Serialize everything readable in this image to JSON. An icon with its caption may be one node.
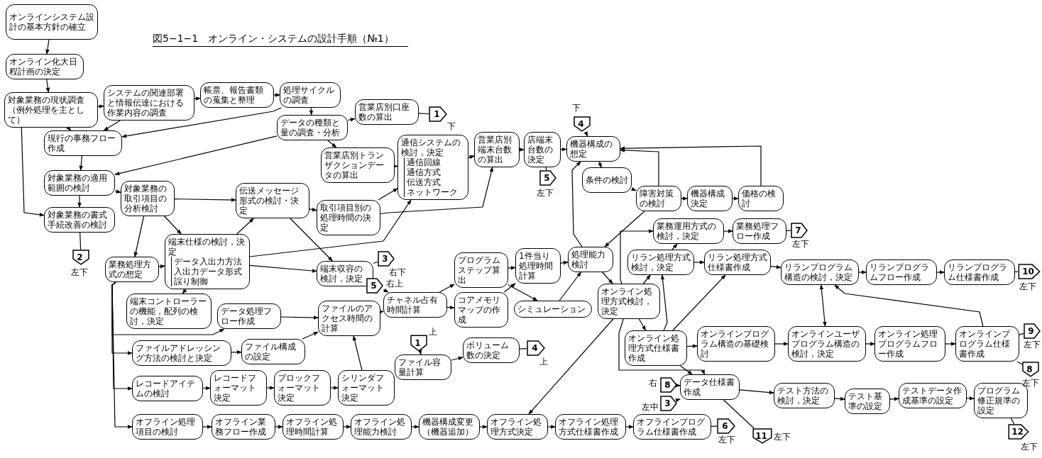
{
  "diagram": {
    "title": "図5−1−1　オンライン・システムの設計手順（№1）",
    "nodes": [
      {
        "text": [
          "オンラインシステム設計の基本方針の確立"
        ]
      },
      {
        "text": [
          "オンライン化大日程計画の決定"
        ]
      },
      {
        "text": [
          "対象業務の現状調査（例外処理を主として）"
        ]
      },
      {
        "text": [
          "システムの関連部署と情報伝達における作業内容の調査"
        ]
      },
      {
        "text": [
          "帳票、報告書類の蒐集と整理"
        ]
      },
      {
        "text": [
          "処理サイクルの調査"
        ]
      },
      {
        "text": [
          "データの種類と量の調査・分析"
        ]
      },
      {
        "text": [
          "営業店別口座数の算出"
        ]
      },
      {
        "text": [
          "1"
        ],
        "beside": [
          "下"
        ]
      },
      {
        "text": [
          "現行の事務フロー作成"
        ]
      },
      {
        "text": [
          "営業店別トランザクションデータの算出"
        ]
      },
      {
        "text": [
          "対象業務の適用範囲の検討"
        ]
      },
      {
        "text": [
          "対象業務の取引項目の分析検討"
        ]
      },
      {
        "text": [
          "対象業務の書式手続改善の検討"
        ]
      },
      {
        "text": [
          "2"
        ],
        "beside": [
          "左下"
        ]
      },
      {
        "text": [
          "伝送メッセージ形式の検討・決定"
        ]
      },
      {
        "text": [
          "取引項目別の処理時間の決定"
        ]
      },
      {
        "text": [
          "通信システムの検討，決定",
          "通信回線",
          "通信方式",
          "伝送方式",
          "ネットワーク"
        ]
      },
      {
        "text": [
          "営業店別端末台数の算出"
        ]
      },
      {
        "text": [
          "店端末台数の決定"
        ]
      },
      {
        "text": [
          "5"
        ],
        "beside": [
          "左下"
        ]
      },
      {
        "text": [
          "4"
        ],
        "beside": [
          "下"
        ]
      },
      {
        "text": [
          "機器構成の想定"
        ]
      },
      {
        "text": [
          "条件の検討"
        ]
      },
      {
        "text": [
          "障害対策の検討"
        ]
      },
      {
        "text": [
          "機器構成決定"
        ]
      },
      {
        "text": [
          "価格の検討"
        ]
      },
      {
        "text": [
          "業務運用方式の検討，決定"
        ]
      },
      {
        "text": [
          "業務処理フロー作成"
        ]
      },
      {
        "text": [
          "7"
        ],
        "beside": [
          "左下"
        ]
      },
      {
        "text": [
          "業務処理方式の想定"
        ]
      },
      {
        "text": [
          "端末仕様の検討，決定",
          "データ入出力方法",
          "入出力データ形式",
          "誤り制御"
        ]
      },
      {
        "text": [
          "端末コントローラーの機能，配列の検討，決定"
        ]
      },
      {
        "text": [
          "端末収容の検討，決定"
        ]
      },
      {
        "text": [
          "3"
        ],
        "beside": [
          "右下"
        ]
      },
      {
        "text": [
          "5"
        ],
        "beside": [
          "右上"
        ]
      },
      {
        "text": [
          "チャネル占有時間計算"
        ]
      },
      {
        "text": [
          "プログラムステップ算出"
        ]
      },
      {
        "text": [
          "コアメモリマップの作成"
        ]
      },
      {
        "text": [
          "1件当り処理時間計算"
        ]
      },
      {
        "text": [
          "シミュレーション"
        ]
      },
      {
        "text": [
          "処理能力検討"
        ]
      },
      {
        "text": [
          "オンライン処理方式検討，決定"
        ]
      },
      {
        "text": [
          "データ処理フロー作成"
        ]
      },
      {
        "text": [
          "ファイルのアクセス時間の計算"
        ]
      },
      {
        "text": [
          "ファイルアドレッシング方法の検討と決定"
        ]
      },
      {
        "text": [
          "ファイル構成の設定"
        ]
      },
      {
        "text": [
          "ファイル容量計算"
        ]
      },
      {
        "text": [
          "1"
        ],
        "beside": [
          "上"
        ]
      },
      {
        "text": [
          "ボリューム数の決定"
        ]
      },
      {
        "text": [
          "4"
        ],
        "beside": [
          "上"
        ]
      },
      {
        "text": [
          "レコードアイテムの検討"
        ]
      },
      {
        "text": [
          "レコードフォーマット決定"
        ]
      },
      {
        "text": [
          "ブロックフォーマット決定"
        ]
      },
      {
        "text": [
          "シリンダフォーマット決定"
        ]
      },
      {
        "text": [
          "オフライン処理項目の検討"
        ]
      },
      {
        "text": [
          "オフライン業務フロー作成"
        ]
      },
      {
        "text": [
          "オフライン処理時間計算"
        ]
      },
      {
        "text": [
          "オフライン処理能力検討"
        ]
      },
      {
        "text": [
          "機器構成変更（機器追加）"
        ]
      },
      {
        "text": [
          "オフライン処理方式決定"
        ]
      },
      {
        "text": [
          "オフライン処理方式仕様書作成"
        ]
      },
      {
        "text": [
          "オフラインプログラム仕様書作成"
        ]
      },
      {
        "text": [
          "6"
        ],
        "beside": [
          "左下"
        ]
      },
      {
        "text": [
          "リラン処理方式検討，決定"
        ]
      },
      {
        "text": [
          "リラン処理方式仕様書作成"
        ]
      },
      {
        "text": [
          "オンライン処理方式仕様書作成"
        ]
      },
      {
        "text": [
          "オンラインプログラム構造の基礎検討"
        ]
      },
      {
        "text": [
          "データ仕様書作成"
        ]
      },
      {
        "text": [
          "8"
        ],
        "beside": [
          "右"
        ]
      },
      {
        "text": [
          "3"
        ],
        "beside": [
          "左中"
        ]
      },
      {
        "text": [
          "11"
        ],
        "beside": [
          "左下"
        ]
      },
      {
        "text": [
          "テスト方法の検討，決定"
        ]
      },
      {
        "text": [
          "テスト基準の設定"
        ]
      },
      {
        "text": [
          "テストデータ作成基準の設定"
        ]
      },
      {
        "text": [
          "プログラム修正規準の設定"
        ]
      },
      {
        "text": [
          "12"
        ],
        "beside": [
          "左下"
        ]
      },
      {
        "text": [
          "リランプログラム構造の検討，決定"
        ]
      },
      {
        "text": [
          "リランプログラムフロー作成"
        ]
      },
      {
        "text": [
          "リランプログラム仕様書作成"
        ]
      },
      {
        "text": [
          "10"
        ],
        "beside": [
          "左下"
        ]
      },
      {
        "text": [
          "オンラインユーザプログラム構造の検討，決定"
        ]
      },
      {
        "text": [
          "オンライン処理プログラムフロー作成"
        ]
      },
      {
        "text": [
          "オンラインプログラム仕様書作成"
        ]
      },
      {
        "text": [
          "9"
        ],
        "beside": [
          "左下"
        ]
      },
      {
        "text": [
          "8"
        ],
        "beside": [
          "左下"
        ]
      }
    ],
    "edges": [
      {
        "from": 0,
        "to": 1,
        "arrow": "to"
      },
      {
        "from": 1,
        "to": 2,
        "arrow": "to"
      },
      {
        "from": 2,
        "to": 3,
        "arrow": "to"
      },
      {
        "from": 3,
        "to": 4,
        "arrow": "to"
      },
      {
        "from": 4,
        "to": 5,
        "arrow": "to"
      },
      {
        "from": 5,
        "to": 6,
        "arrow": "to"
      },
      {
        "from": 6,
        "to": 7,
        "arrow": "to"
      },
      {
        "from": 7,
        "to": 8,
        "arrow": "none"
      },
      {
        "from": 2,
        "to": 9,
        "arrow": "to"
      },
      {
        "from": 3,
        "to": 9,
        "arrow": "to"
      },
      {
        "from": 5,
        "to": 9,
        "arrow": "to"
      },
      {
        "from": 6,
        "to": 10,
        "arrow": "to"
      },
      {
        "from": 6,
        "to": 11,
        "arrow": "to"
      },
      {
        "from": 9,
        "to": 11,
        "arrow": "to"
      },
      {
        "from": 2,
        "to": 13,
        "arrow": "to"
      },
      {
        "from": 11,
        "to": 13,
        "arrow": "to"
      },
      {
        "from": 11,
        "to": 12,
        "arrow": "to"
      },
      {
        "from": 12,
        "to": 15,
        "arrow": "to"
      },
      {
        "from": 13,
        "to": 14,
        "arrow": "none"
      },
      {
        "from": 10,
        "to": 17,
        "arrow": "to"
      },
      {
        "from": 16,
        "to": 17,
        "arrow": "to"
      },
      {
        "from": 31,
        "to": 17,
        "arrow": "to"
      },
      {
        "from": 17,
        "to": 18,
        "arrow": "to"
      },
      {
        "from": 15,
        "to": 16,
        "arrow": "to"
      },
      {
        "from": 16,
        "to": 18,
        "arrow": "to"
      },
      {
        "from": 18,
        "to": 19,
        "arrow": "to"
      },
      {
        "from": 19,
        "to": 22,
        "arrow": "to"
      },
      {
        "from": 19,
        "to": 20,
        "arrow": "none"
      },
      {
        "from": 21,
        "to": 22,
        "arrow": "to"
      },
      {
        "from": 22,
        "to": 23,
        "arrow": "to"
      },
      {
        "from": 23,
        "to": 24,
        "arrow": "to"
      },
      {
        "from": 24,
        "to": 25,
        "arrow": "to"
      },
      {
        "from": 25,
        "to": 26,
        "arrow": "to"
      },
      {
        "from": 26,
        "to": 22,
        "arrow": "to"
      },
      {
        "from": 24,
        "to": 22,
        "arrow": "to"
      },
      {
        "from": 24,
        "to": 41,
        "arrow": "to"
      },
      {
        "from": 12,
        "to": 30,
        "arrow": "to"
      },
      {
        "from": 12,
        "to": 31,
        "arrow": "to"
      },
      {
        "from": 30,
        "to": 31,
        "arrow": "to"
      },
      {
        "from": 31,
        "to": 32,
        "arrow": "to"
      },
      {
        "from": 31,
        "to": 15,
        "arrow": "to"
      },
      {
        "from": 31,
        "to": 33,
        "arrow": "to"
      },
      {
        "from": 15,
        "to": 33,
        "arrow": "to"
      },
      {
        "from": 33,
        "to": 34,
        "arrow": "none"
      },
      {
        "from": 35,
        "to": 36,
        "arrow": "to"
      },
      {
        "from": 44,
        "to": 36,
        "arrow": "to"
      },
      {
        "from": 36,
        "to": 37,
        "arrow": "to"
      },
      {
        "from": 36,
        "to": 38,
        "arrow": "to"
      },
      {
        "from": 37,
        "to": 39,
        "arrow": "to"
      },
      {
        "from": 38,
        "to": 39,
        "arrow": "to"
      },
      {
        "from": 37,
        "to": 40,
        "arrow": "to"
      },
      {
        "from": 40,
        "to": 41,
        "arrow": "to"
      },
      {
        "from": 39,
        "to": 41,
        "arrow": "to"
      },
      {
        "from": 41,
        "to": 22,
        "arrow": "to"
      },
      {
        "from": 41,
        "to": 42,
        "arrow": "to"
      },
      {
        "from": 42,
        "to": 64,
        "arrow": "to"
      },
      {
        "from": 42,
        "to": 66,
        "arrow": "to"
      },
      {
        "from": 42,
        "to": 27,
        "arrow": "to"
      },
      {
        "from": 42,
        "to": 68,
        "arrow": "to"
      },
      {
        "from": 42,
        "to": 60,
        "arrow": "to"
      },
      {
        "from": 64,
        "to": 27,
        "arrow": "to"
      },
      {
        "from": 64,
        "to": 65,
        "arrow": "to"
      },
      {
        "from": 66,
        "to": 64,
        "arrow": "to"
      },
      {
        "from": 66,
        "to": 65,
        "arrow": "to"
      },
      {
        "from": 66,
        "to": 67,
        "arrow": "to"
      },
      {
        "from": 66,
        "to": 68,
        "arrow": "to"
      },
      {
        "from": 65,
        "to": 77,
        "arrow": "to"
      },
      {
        "from": 27,
        "to": 28,
        "arrow": "to"
      },
      {
        "from": 28,
        "to": 29,
        "arrow": "none"
      },
      {
        "from": 67,
        "to": 81,
        "arrow": "to"
      },
      {
        "from": 77,
        "to": 81,
        "arrow": "both"
      },
      {
        "from": 81,
        "to": 82,
        "arrow": "to"
      },
      {
        "from": 82,
        "to": 83,
        "arrow": "to"
      },
      {
        "from": 83,
        "to": 77,
        "arrow": "to"
      },
      {
        "from": 83,
        "to": 84,
        "arrow": "none"
      },
      {
        "from": 83,
        "to": 85,
        "arrow": "none"
      },
      {
        "from": 77,
        "to": 78,
        "arrow": "to"
      },
      {
        "from": 78,
        "to": 79,
        "arrow": "to"
      },
      {
        "from": 79,
        "to": 80,
        "arrow": "none"
      },
      {
        "from": 68,
        "to": 72,
        "arrow": "to"
      },
      {
        "from": 68,
        "to": 71,
        "arrow": "none"
      },
      {
        "from": 69,
        "to": 68,
        "arrow": "to"
      },
      {
        "from": 70,
        "to": 68,
        "arrow": "to"
      },
      {
        "from": 72,
        "to": 73,
        "arrow": "to"
      },
      {
        "from": 73,
        "to": 74,
        "arrow": "to"
      },
      {
        "from": 74,
        "to": 75,
        "arrow": "to"
      },
      {
        "from": 75,
        "to": 76,
        "arrow": "none"
      },
      {
        "from": 30,
        "to": 43,
        "arrow": "to"
      },
      {
        "from": 30,
        "to": 45,
        "arrow": "to"
      },
      {
        "from": 30,
        "to": 51,
        "arrow": "to"
      },
      {
        "from": 30,
        "to": 55,
        "arrow": "to"
      },
      {
        "from": 43,
        "to": 44,
        "arrow": "to"
      },
      {
        "from": 45,
        "to": 46,
        "arrow": "to"
      },
      {
        "from": 46,
        "to": 44,
        "arrow": "to"
      },
      {
        "from": 51,
        "to": 52,
        "arrow": "to"
      },
      {
        "from": 52,
        "to": 53,
        "arrow": "to"
      },
      {
        "from": 53,
        "to": 54,
        "arrow": "to"
      },
      {
        "from": 54,
        "to": 44,
        "arrow": "to"
      },
      {
        "from": 54,
        "to": 47,
        "arrow": "to"
      },
      {
        "from": 48,
        "to": 47,
        "arrow": "to"
      },
      {
        "from": 47,
        "to": 49,
        "arrow": "to"
      },
      {
        "from": 49,
        "to": 50,
        "arrow": "none"
      },
      {
        "from": 55,
        "to": 56,
        "arrow": "to"
      },
      {
        "from": 56,
        "to": 57,
        "arrow": "to"
      },
      {
        "from": 57,
        "to": 58,
        "arrow": "to"
      },
      {
        "from": 58,
        "to": 59,
        "arrow": "to"
      },
      {
        "from": 59,
        "to": 60,
        "arrow": "to"
      },
      {
        "from": 60,
        "to": 61,
        "arrow": "to"
      },
      {
        "from": 61,
        "to": 62,
        "arrow": "to"
      },
      {
        "from": 62,
        "to": 63,
        "arrow": "none"
      }
    ]
  }
}
